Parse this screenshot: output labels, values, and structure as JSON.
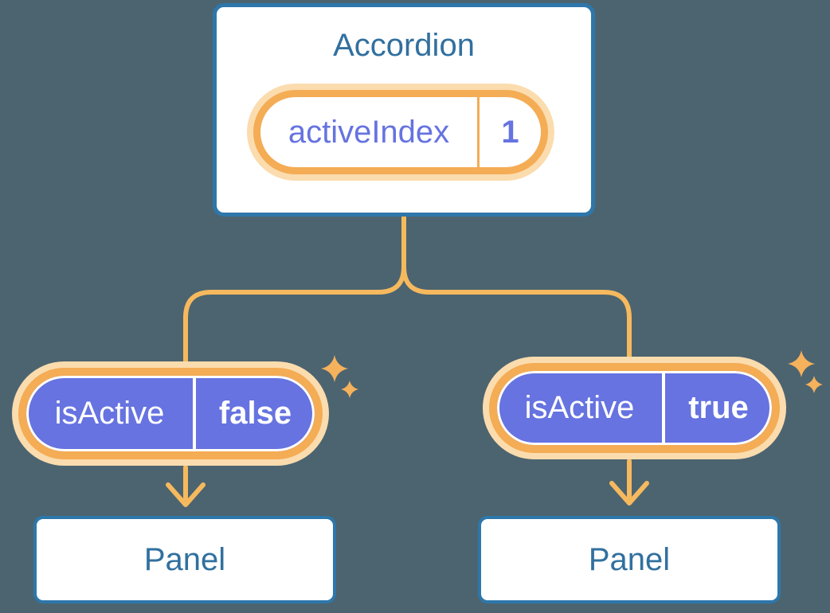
{
  "colors": {
    "background": "#4c646f",
    "box_border": "#2d77ab",
    "box_bg": "#ffffff",
    "heading_text": "#31709f",
    "purple": "#6673e0",
    "orange_ring": "#f4ac55",
    "orange_glow": "#fbdcae",
    "orange_line": "#f6b95e",
    "sparkle": "#f5b15c",
    "white": "#ffffff"
  },
  "diagram": {
    "root": {
      "title": "Accordion",
      "state": {
        "name": "activeIndex",
        "value": "1"
      }
    },
    "children": [
      {
        "prop": {
          "name": "isActive",
          "value": "false"
        },
        "label": "Panel"
      },
      {
        "prop": {
          "name": "isActive",
          "value": "true"
        },
        "label": "Panel"
      }
    ]
  }
}
